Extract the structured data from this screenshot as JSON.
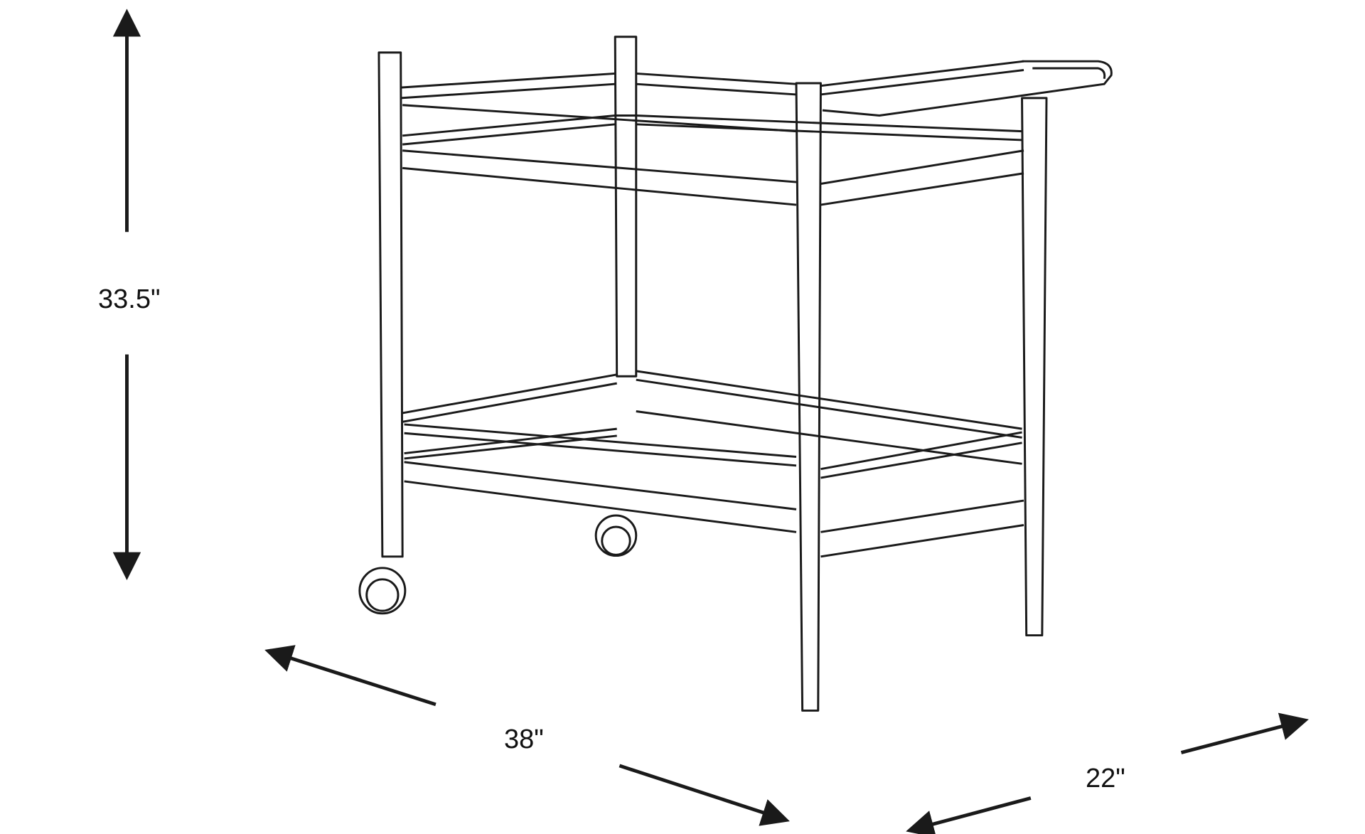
{
  "dimensions": {
    "height": "33.5\"",
    "width": "38\"",
    "depth": "22\""
  },
  "colors": {
    "line": "#1a1a1a",
    "background": "#ffffff"
  }
}
